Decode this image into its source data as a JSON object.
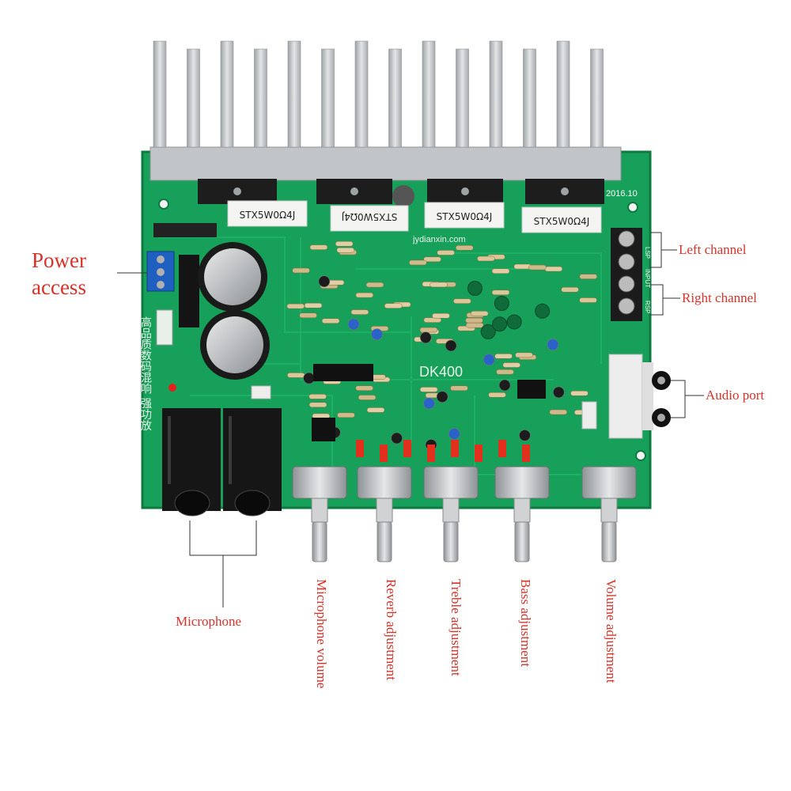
{
  "board": {
    "model": "DK400",
    "website": "jydianxin.com",
    "chip_marking": "STX5W0Ω4J",
    "date_code": "2016.10",
    "terminal_labels": [
      "LSP",
      "INPUT",
      "RSP"
    ],
    "side_text": "高品质数码混响 强功放",
    "colors": {
      "pcb": "#16a05a",
      "pcb_dark": "#0e7a42",
      "heatsink": "#c9cccd",
      "label_red": "#d8322a"
    }
  },
  "labels": {
    "power_line1": "Power",
    "power_line2": "access",
    "left_channel": "Left channel",
    "right_channel": "Right channel",
    "audio_port": "Audio port",
    "microphone": "Microphone",
    "mic_volume": "Microphone volume",
    "reverb": "Reverb adjustment",
    "treble": "Treble adjustment",
    "bass": "Bass adjustment",
    "volume": "Volume adjustment"
  }
}
